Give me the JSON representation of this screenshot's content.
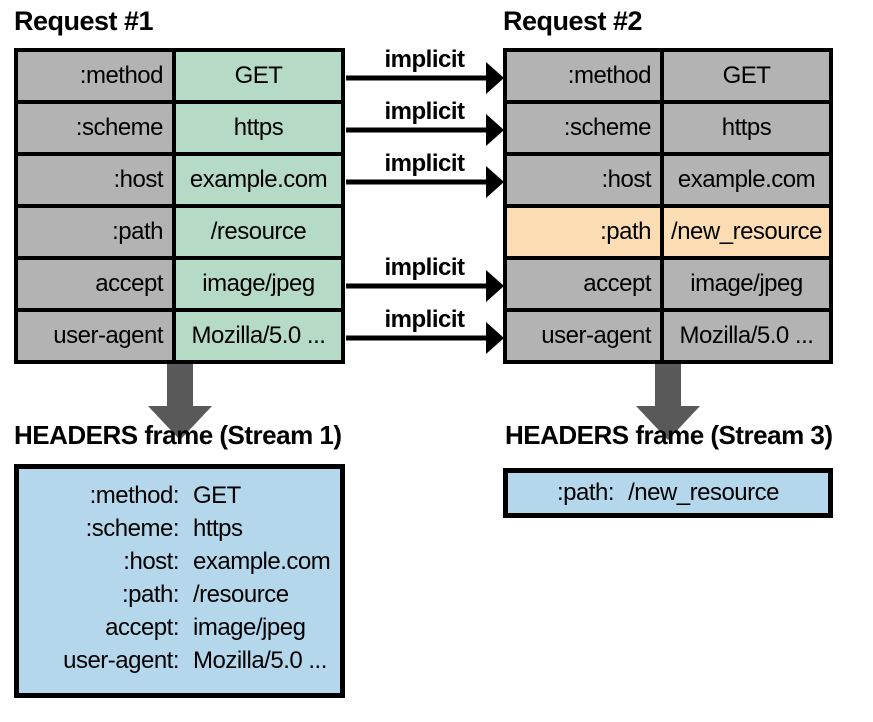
{
  "request1": {
    "title": "Request #1",
    "rows": [
      {
        "key": ":method",
        "value": "GET"
      },
      {
        "key": ":scheme",
        "value": "https"
      },
      {
        "key": ":host",
        "value": "example.com"
      },
      {
        "key": ":path",
        "value": "/resource"
      },
      {
        "key": "accept",
        "value": "image/jpeg"
      },
      {
        "key": "user-agent",
        "value": "Mozilla/5.0 ..."
      }
    ]
  },
  "request2": {
    "title": "Request #2",
    "rows": [
      {
        "key": ":method",
        "value": "GET"
      },
      {
        "key": ":scheme",
        "value": "https"
      },
      {
        "key": ":host",
        "value": "example.com"
      },
      {
        "key": ":path",
        "value": "/new_resource",
        "highlighted": true
      },
      {
        "key": "accept",
        "value": "image/jpeg"
      },
      {
        "key": "user-agent",
        "value": "Mozilla/5.0 ..."
      }
    ]
  },
  "arrows": {
    "labels": [
      "implicit",
      "implicit",
      "implicit",
      "implicit",
      "implicit"
    ]
  },
  "frame1": {
    "title": "HEADERS frame (Stream 1)",
    "lines": [
      {
        "key": ":method:",
        "value": "GET"
      },
      {
        "key": ":scheme:",
        "value": "https"
      },
      {
        "key": ":host:",
        "value": "example.com"
      },
      {
        "key": ":path:",
        "value": "/resource"
      },
      {
        "key": "accept:",
        "value": "image/jpeg"
      },
      {
        "key": "user-agent:",
        "value": "Mozilla/5.0 ..."
      }
    ]
  },
  "frame2": {
    "title": "HEADERS frame (Stream 3)",
    "lines": [
      {
        "key": ":path:",
        "value": "/new_resource"
      }
    ]
  },
  "colors": {
    "key_cell_gray": "#b3b3b3",
    "value_cell_green": "#b5dbc6",
    "changed_cell_orange": "#fcdcb2",
    "frame_fill_blue": "#b4d7ec",
    "down_arrow_gray": "#595959",
    "border_black": "#000000"
  }
}
